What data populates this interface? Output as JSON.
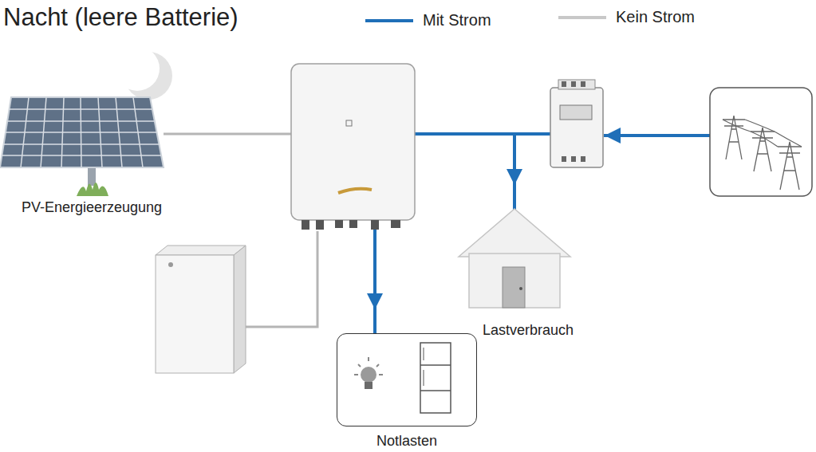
{
  "diagram": {
    "title": "Nacht (leere Batterie)",
    "nodes": [
      {
        "text": [
          "PV-Energieerzeugung"
        ]
      },
      {
        "text": [
          "Lastverbrauch"
        ]
      },
      {
        "text": [
          "Notlasten"
        ]
      }
    ],
    "legend": [
      {
        "text": "Mit Strom"
      },
      {
        "text": "Kein Strom"
      }
    ]
  }
}
